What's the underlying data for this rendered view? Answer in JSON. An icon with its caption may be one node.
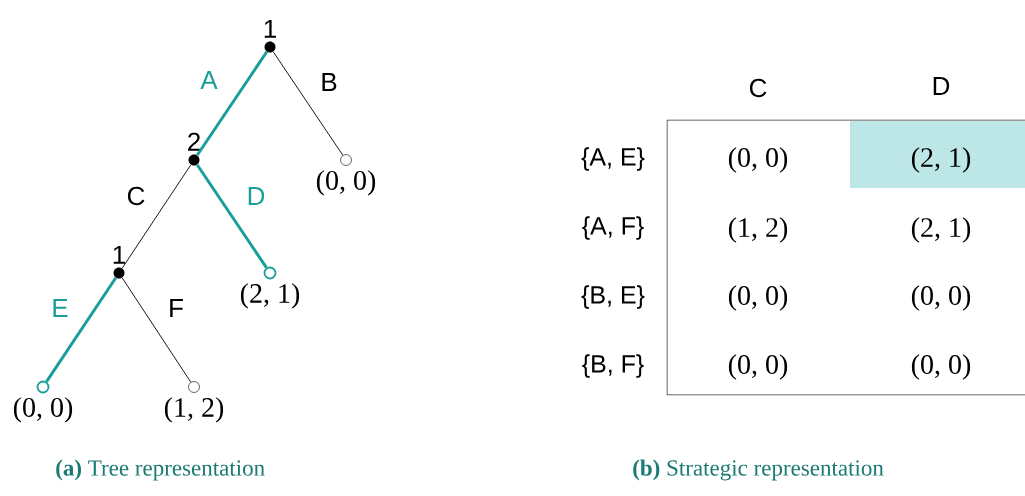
{
  "diagram": {
    "nodes": [
      {
        "text": [
          "1"
        ]
      },
      {
        "text": [
          "2"
        ]
      },
      {
        "text": [
          "(0, 0)"
        ]
      },
      {
        "text": [
          "1"
        ]
      },
      {
        "text": [
          "(2, 1)"
        ]
      },
      {
        "text": [
          "(0, 0)"
        ]
      },
      {
        "text": [
          "(1, 2)"
        ]
      }
    ],
    "edges": [
      {
        "from": 0,
        "to": 1,
        "arrow": "none",
        "label": "A",
        "style": "thick",
        "color": "#1a9e98"
      },
      {
        "from": 0,
        "to": 2,
        "arrow": "none",
        "label": "B",
        "color": "#000000"
      },
      {
        "from": 1,
        "to": 3,
        "arrow": "none",
        "label": "C",
        "color": "#000000"
      },
      {
        "from": 1,
        "to": 4,
        "arrow": "none",
        "label": "D",
        "style": "thick",
        "color": "#1a9e98"
      },
      {
        "from": 3,
        "to": 5,
        "arrow": "none",
        "label": "E",
        "style": "thick",
        "color": "#1a9e98"
      },
      {
        "from": 3,
        "to": 6,
        "arrow": "none",
        "label": "F",
        "color": "#000000"
      }
    ],
    "labels": [
      "C",
      "D",
      "{A, E}",
      "(0, 0)",
      "(2, 1)",
      "{A, F}",
      "(1, 2)",
      "(2, 1)",
      "{B, E}",
      "(0, 0)",
      "(0, 0)",
      "{B, F}",
      "(0, 0)",
      "(0, 0)",
      "**(a)** Tree representation",
      "**(b)** Strategic representation"
    ]
  }
}
